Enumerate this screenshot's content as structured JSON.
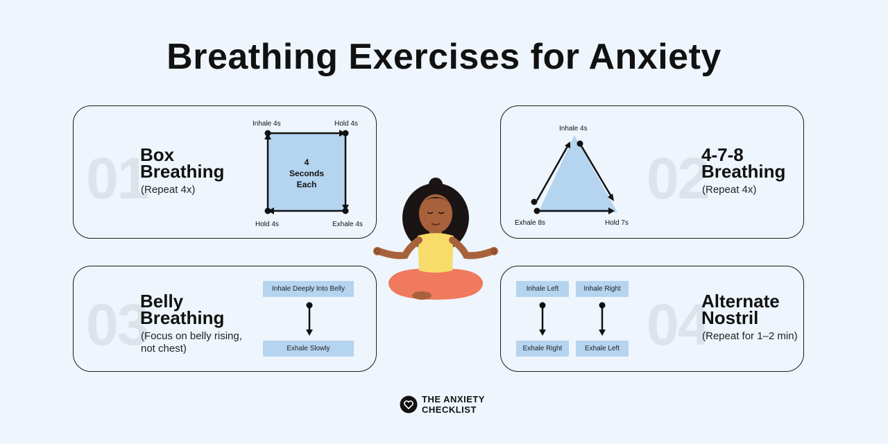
{
  "title": "Breathing Exercises for Anxiety",
  "cards": [
    {
      "number": "01",
      "heading_line1": "Box",
      "heading_line2": "Breathing",
      "subtitle": "(Repeat 4x)",
      "diagram": {
        "top_left": "Inhale 4s",
        "top_right": "Hold 4s",
        "bottom_left": "Hold 4s",
        "bottom_right": "Exhale 4s",
        "center_line1": "4",
        "center_line2": "Seconds",
        "center_line3": "Each"
      }
    },
    {
      "number": "02",
      "heading_line1": "4-7-8",
      "heading_line2": "Breathing",
      "subtitle": "(Repeat 4x)",
      "diagram": {
        "top": "Inhale 4s",
        "bottom_left": "Exhale 8s",
        "bottom_right": "Hold 7s"
      }
    },
    {
      "number": "03",
      "heading_line1": "Belly",
      "heading_line2": "Breathing",
      "subtitle_line1": "(Focus on belly rising,",
      "subtitle_line2": "not chest)",
      "diagram": {
        "top": "Inhale Deeply Into Belly",
        "bottom": "Exhale Slowly"
      }
    },
    {
      "number": "04",
      "heading_line1": "Alternate",
      "heading_line2": "Nostril",
      "subtitle": "(Repeat for 1–2 min)",
      "diagram": {
        "left_top": "Inhale Left",
        "right_top": "Inhale Right",
        "left_bottom": "Exhale Right",
        "right_bottom": "Exhale Left"
      }
    }
  ],
  "brand": {
    "line1": "THE ANXIETY",
    "line2": "CHECKLIST",
    "icon": "heart-in-circle-icon"
  },
  "colors": {
    "background": "#eef5fc",
    "diagram_fill": "#b4d4f0",
    "skin": "#a8623b",
    "top": "#f8dc6a",
    "pants": "#ef7a5e",
    "hair": "#1b1414"
  }
}
